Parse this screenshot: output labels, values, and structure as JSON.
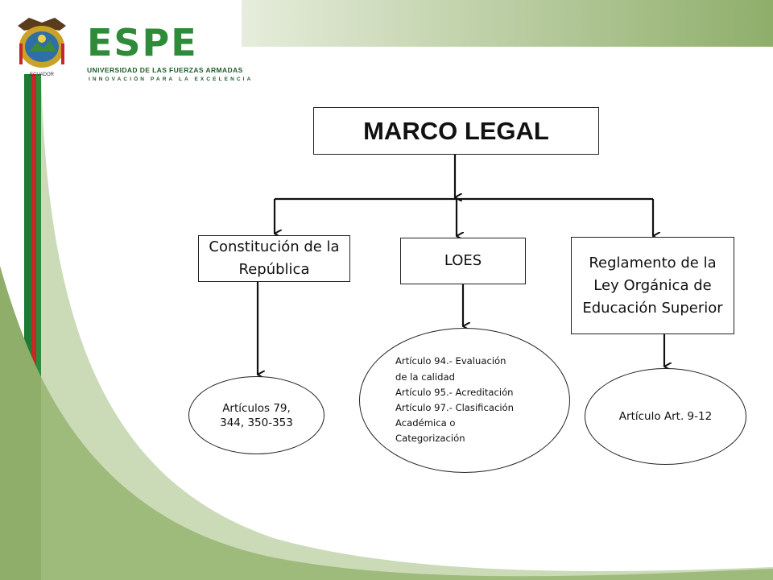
{
  "header": {
    "logo_word": "ESPE",
    "logo_subtitle": "UNIVERSIDAD DE LAS FUERZAS ARMADAS",
    "logo_tagline": "INNOVACIÓN PARA LA EXCELENCIA",
    "seal_caption": "ECUADOR"
  },
  "diagram": {
    "root": "MARCO LEGAL",
    "branches": [
      {
        "label": "Constitución de la República",
        "detail": "Artículos 79, 344, 350-353"
      },
      {
        "label": "LOES",
        "detail": "Artículo 94.- Evaluación\nde la calidad\nArtículo 95.- Acreditación\nArtículo 97.- Clasificación\nAcadémica o\nCategorización"
      },
      {
        "label": "Reglamento de la Ley Orgánica de Educación Superior",
        "detail": "Artículo Art. 9-12"
      }
    ]
  },
  "colors": {
    "brand_green": "#2e8b3a",
    "accent_red": "#c62828",
    "background_green": "#8fae6a"
  }
}
